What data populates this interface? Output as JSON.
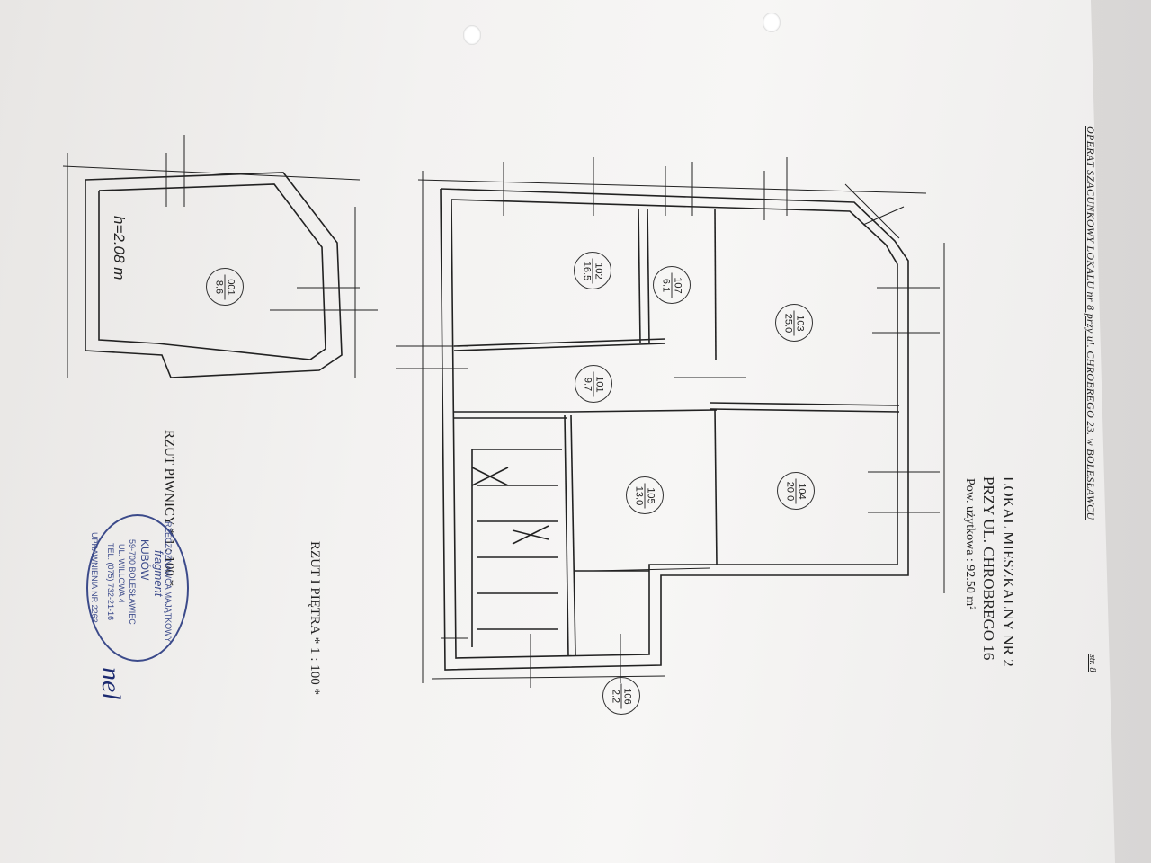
{
  "document": {
    "header": "OPERAT SZACUNKOWY LOKALU nr 8 przy ul. CHROBREGO 23. w BOLESŁAWCU",
    "page_number": "str. 8",
    "title_line_1": "LOKAL MIESZKALNY NR 2",
    "title_line_2": "PRZY UL. CHROBREGO 16",
    "usable_area": "Pow. użytkowa : 92.50 m²",
    "floor_plan_caption": "RZUT I PIĘTRA * 1 : 100 *",
    "basement_caption": "RZUT PIWNICY * 1 : 100 *",
    "basement_height": "h=2.08 m"
  },
  "rooms": [
    {
      "id": "101",
      "area": "9.7"
    },
    {
      "id": "102",
      "area": "16.5"
    },
    {
      "id": "103",
      "area": "25.0"
    },
    {
      "id": "104",
      "area": "20.0"
    },
    {
      "id": "105",
      "area": "13.0"
    },
    {
      "id": "106",
      "area": "2.2"
    },
    {
      "id": "107",
      "area": "6.1"
    },
    {
      "id": "001",
      "area": "8.6"
    }
  ],
  "stamp": {
    "line_1": "RZECZOZNAWCA MAJĄTKOWY",
    "line_2": "KUBÓW",
    "line_3": "59-700 BOLESŁAWIEC",
    "line_4": "UL. WILLOWA 4",
    "line_5": "TEL. (075) 732-21-16",
    "line_6": "UPRAWNIENIA NR 2263",
    "handwritten": "fragment"
  },
  "colors": {
    "ink": "#222222",
    "stamp": "#3b4a8a",
    "paper": "#f4f3f2"
  }
}
